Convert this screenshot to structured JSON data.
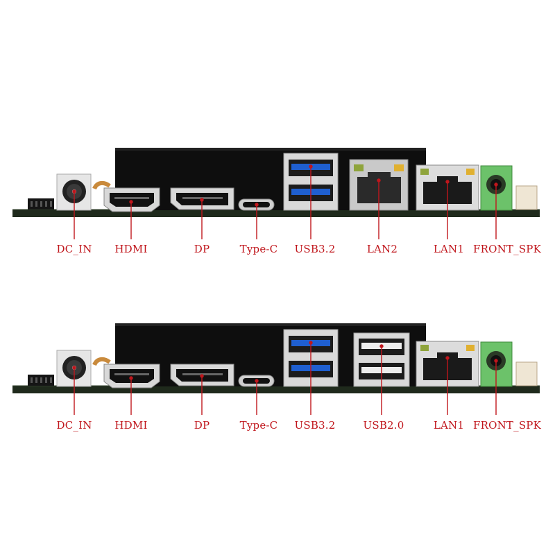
{
  "colors": {
    "label_red": "#c0161c",
    "board_green": "#1f2a1c",
    "heatsink_black": "#101010",
    "usb3_blue": "#1f5fd0",
    "audio_green": "#6cc26a"
  },
  "panels": [
    {
      "id": "top",
      "labels": {
        "dc_in": "DC_IN",
        "hdmi": "HDMI",
        "dp": "DP",
        "type_c": "Type-C",
        "usb32": "USB3.2",
        "slot6": "LAN2",
        "lan1": "LAN1",
        "front_spk": "FRONT_SPK"
      }
    },
    {
      "id": "bottom",
      "labels": {
        "dc_in": "DC_IN",
        "hdmi": "HDMI",
        "dp": "DP",
        "type_c": "Type-C",
        "usb32": "USB3.2",
        "slot6": "USB2.0",
        "lan1": "LAN1",
        "front_spk": "FRONT_SPK"
      }
    }
  ]
}
